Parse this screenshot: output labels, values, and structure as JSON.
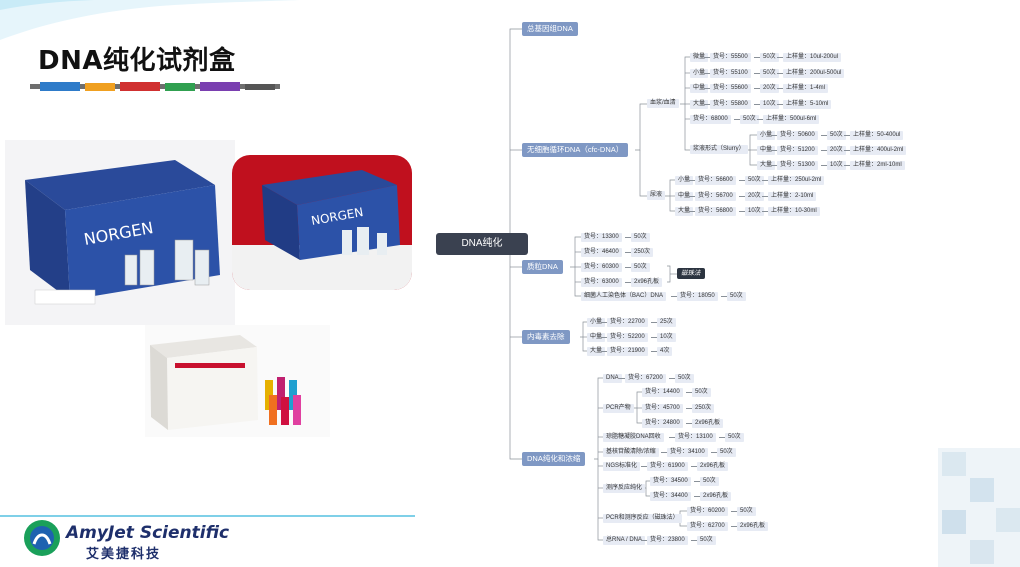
{
  "slide": {
    "title": "DNA纯化试剂盒",
    "brand_en": "AmyJet Scientific",
    "brand_cn": "艾美捷科技"
  },
  "mindmap": {
    "root": "DNA纯化",
    "genomic": "总基因组DNA",
    "cfdna": {
      "label": "无细胞循环DNA（cfc-DNA）",
      "plasma_group": "血浆/血清",
      "plasma": [
        [
          "微量",
          "货号：55500",
          "50次",
          "上样量：10ul-200ul"
        ],
        [
          "小量",
          "货号：55100",
          "50次",
          "上样量：200ul-500ul"
        ],
        [
          "中量",
          "货号：55600",
          "20次",
          "上样量：1-4ml"
        ],
        [
          "大量",
          "货号：55800",
          "10次",
          "上样量：5-10ml"
        ],
        [
          "货号：68000",
          "50次",
          "上样量：500ul-6ml"
        ]
      ],
      "slurry_group": "浆液形式（Slurry）",
      "slurry": [
        [
          "小量",
          "货号：50600",
          "50次",
          "上样量：50-400ul"
        ],
        [
          "中量",
          "货号：51200",
          "20次",
          "上样量：400ul-2ml"
        ],
        [
          "大量",
          "货号：51300",
          "10次",
          "上样量：2ml-10ml"
        ]
      ],
      "urine_group": "尿液",
      "urine": [
        [
          "小量",
          "货号：56600",
          "50次",
          "上样量：250ul-2ml"
        ],
        [
          "中量",
          "货号：56700",
          "20次",
          "上样量：2-10ml"
        ],
        [
          "大量",
          "货号：56800",
          "10次",
          "上样量：10-30ml"
        ]
      ]
    },
    "plasmid": {
      "label": "质粒DNA",
      "items": [
        [
          "货号：13300",
          "50次"
        ],
        [
          "货号：46400",
          "250次"
        ],
        [
          "货号：60300",
          "50次"
        ],
        [
          "货号：63000",
          "2x96孔板"
        ]
      ],
      "magnetic": "磁珠法",
      "bac": [
        "细菌人工染色体（BAC）DNA",
        "货号：18050",
        "50次"
      ]
    },
    "endotoxin": {
      "label": "内毒素去除",
      "items": [
        [
          "小量",
          "货号：22700",
          "25次"
        ],
        [
          "中量",
          "货号：52200",
          "10次"
        ],
        [
          "大量",
          "货号：21900",
          "4次"
        ]
      ]
    },
    "cleanup": {
      "label": "DNA纯化和浓缩",
      "dna": [
        "DNA",
        "货号：67200",
        "50次"
      ],
      "pcr_group": "PCR产物",
      "pcr": [
        [
          "货号：14400",
          "50次"
        ],
        [
          "货号：45700",
          "250次"
        ],
        [
          "货号：24800",
          "2x96孔板"
        ]
      ],
      "gel": [
        "琼脂糖凝胶DNA回收",
        "货号：13100",
        "50次"
      ],
      "cleanconc": [
        "基核苷酸清除/浓缩",
        "货号：34100",
        "50次"
      ],
      "ngs": [
        "NGS标准化",
        "货号：61900",
        "2x96孔板"
      ],
      "seq_group": "测序反应纯化",
      "seq": [
        [
          "货号：34500",
          "50次"
        ],
        [
          "货号：34400",
          "2x96孔板"
        ]
      ],
      "pcrseq_group": "PCR和测序反应（磁珠法）",
      "pcrseq": [
        [
          "货号：60200",
          "50次"
        ],
        [
          "货号：62700",
          "2x96孔板"
        ]
      ],
      "rnadna": [
        "总RNA / DNA",
        "货号：23800",
        "50次"
      ]
    }
  }
}
